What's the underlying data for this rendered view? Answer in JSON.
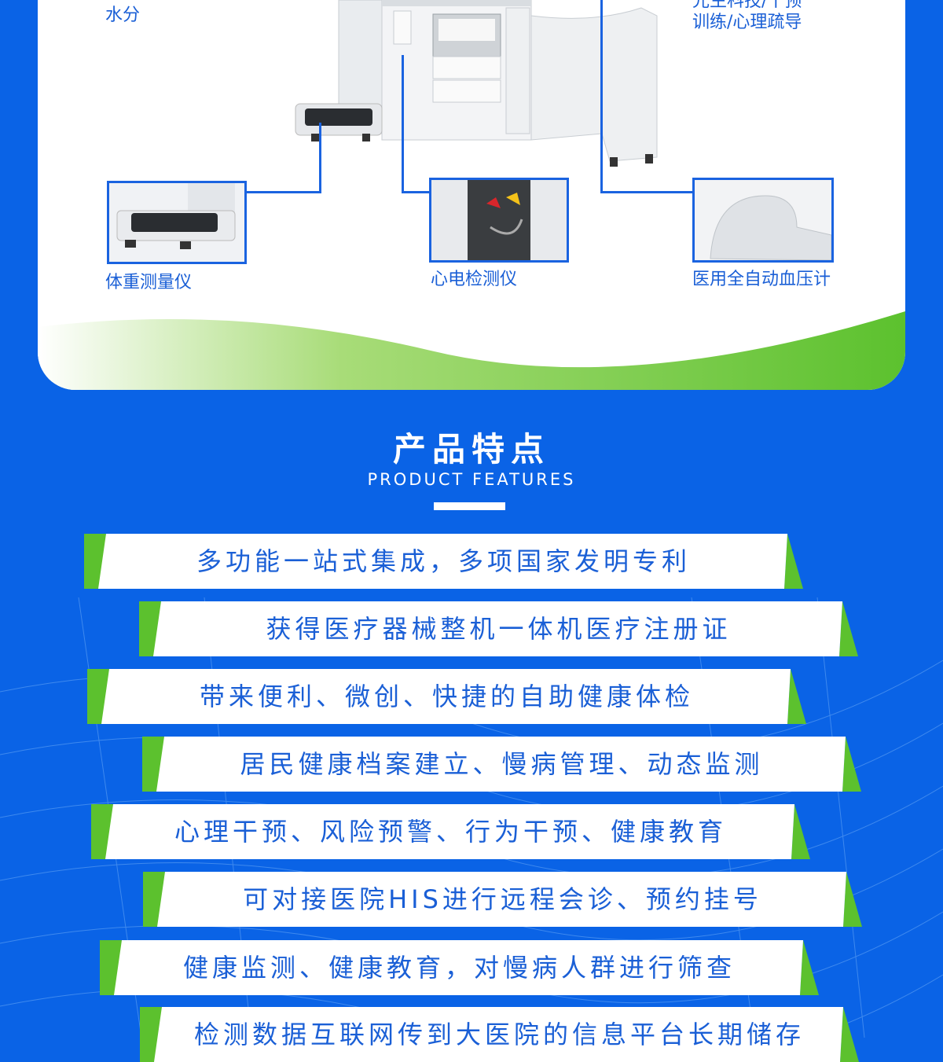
{
  "labels": {
    "water": "水分",
    "psych_cut": "光生科技/干预",
    "psych": "训练/心理疏导",
    "weight": "体重测量仪",
    "ecg": "心电检测仪",
    "bp": "医用全自动血压计"
  },
  "section": {
    "title_cn": "产品特点",
    "title_en": "PRODUCT FEATURES"
  },
  "features": [
    "多功能一站式集成，多项国家发明专利",
    "获得医疗器械整机一体机医疗注册证",
    "带来便利、微创、快捷的自助健康体检",
    "居民健康档案建立、慢病管理、动态监测",
    "心理干预、风险预警、行为干预、健康教育",
    "可对接医院HIS进行远程会诊、预约挂号",
    "健康监测、健康教育，对慢病人群进行筛查",
    "检测数据互联网传到大医院的信息平台长期储存"
  ],
  "colors": {
    "background": "#0a63e6",
    "accent_green": "#5cc12e",
    "text_blue": "#1a5fd6"
  }
}
